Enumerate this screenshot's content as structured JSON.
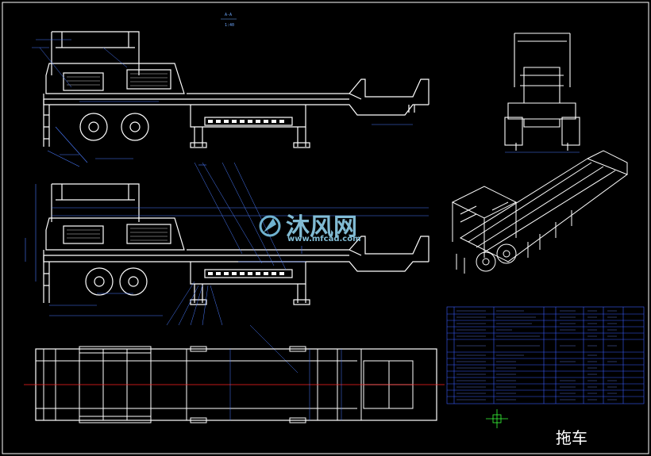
{
  "drawing_title": "拖车",
  "watermark": {
    "brand": "沐风网",
    "url": "www.mfcad.com"
  },
  "section_label": "A-A",
  "scale_label": "1:40",
  "colors": {
    "background": "#000000",
    "outline": "#ffffff",
    "dimension": "#4a7bff",
    "centerline": "#ff2020",
    "frame": "#ffffff"
  }
}
